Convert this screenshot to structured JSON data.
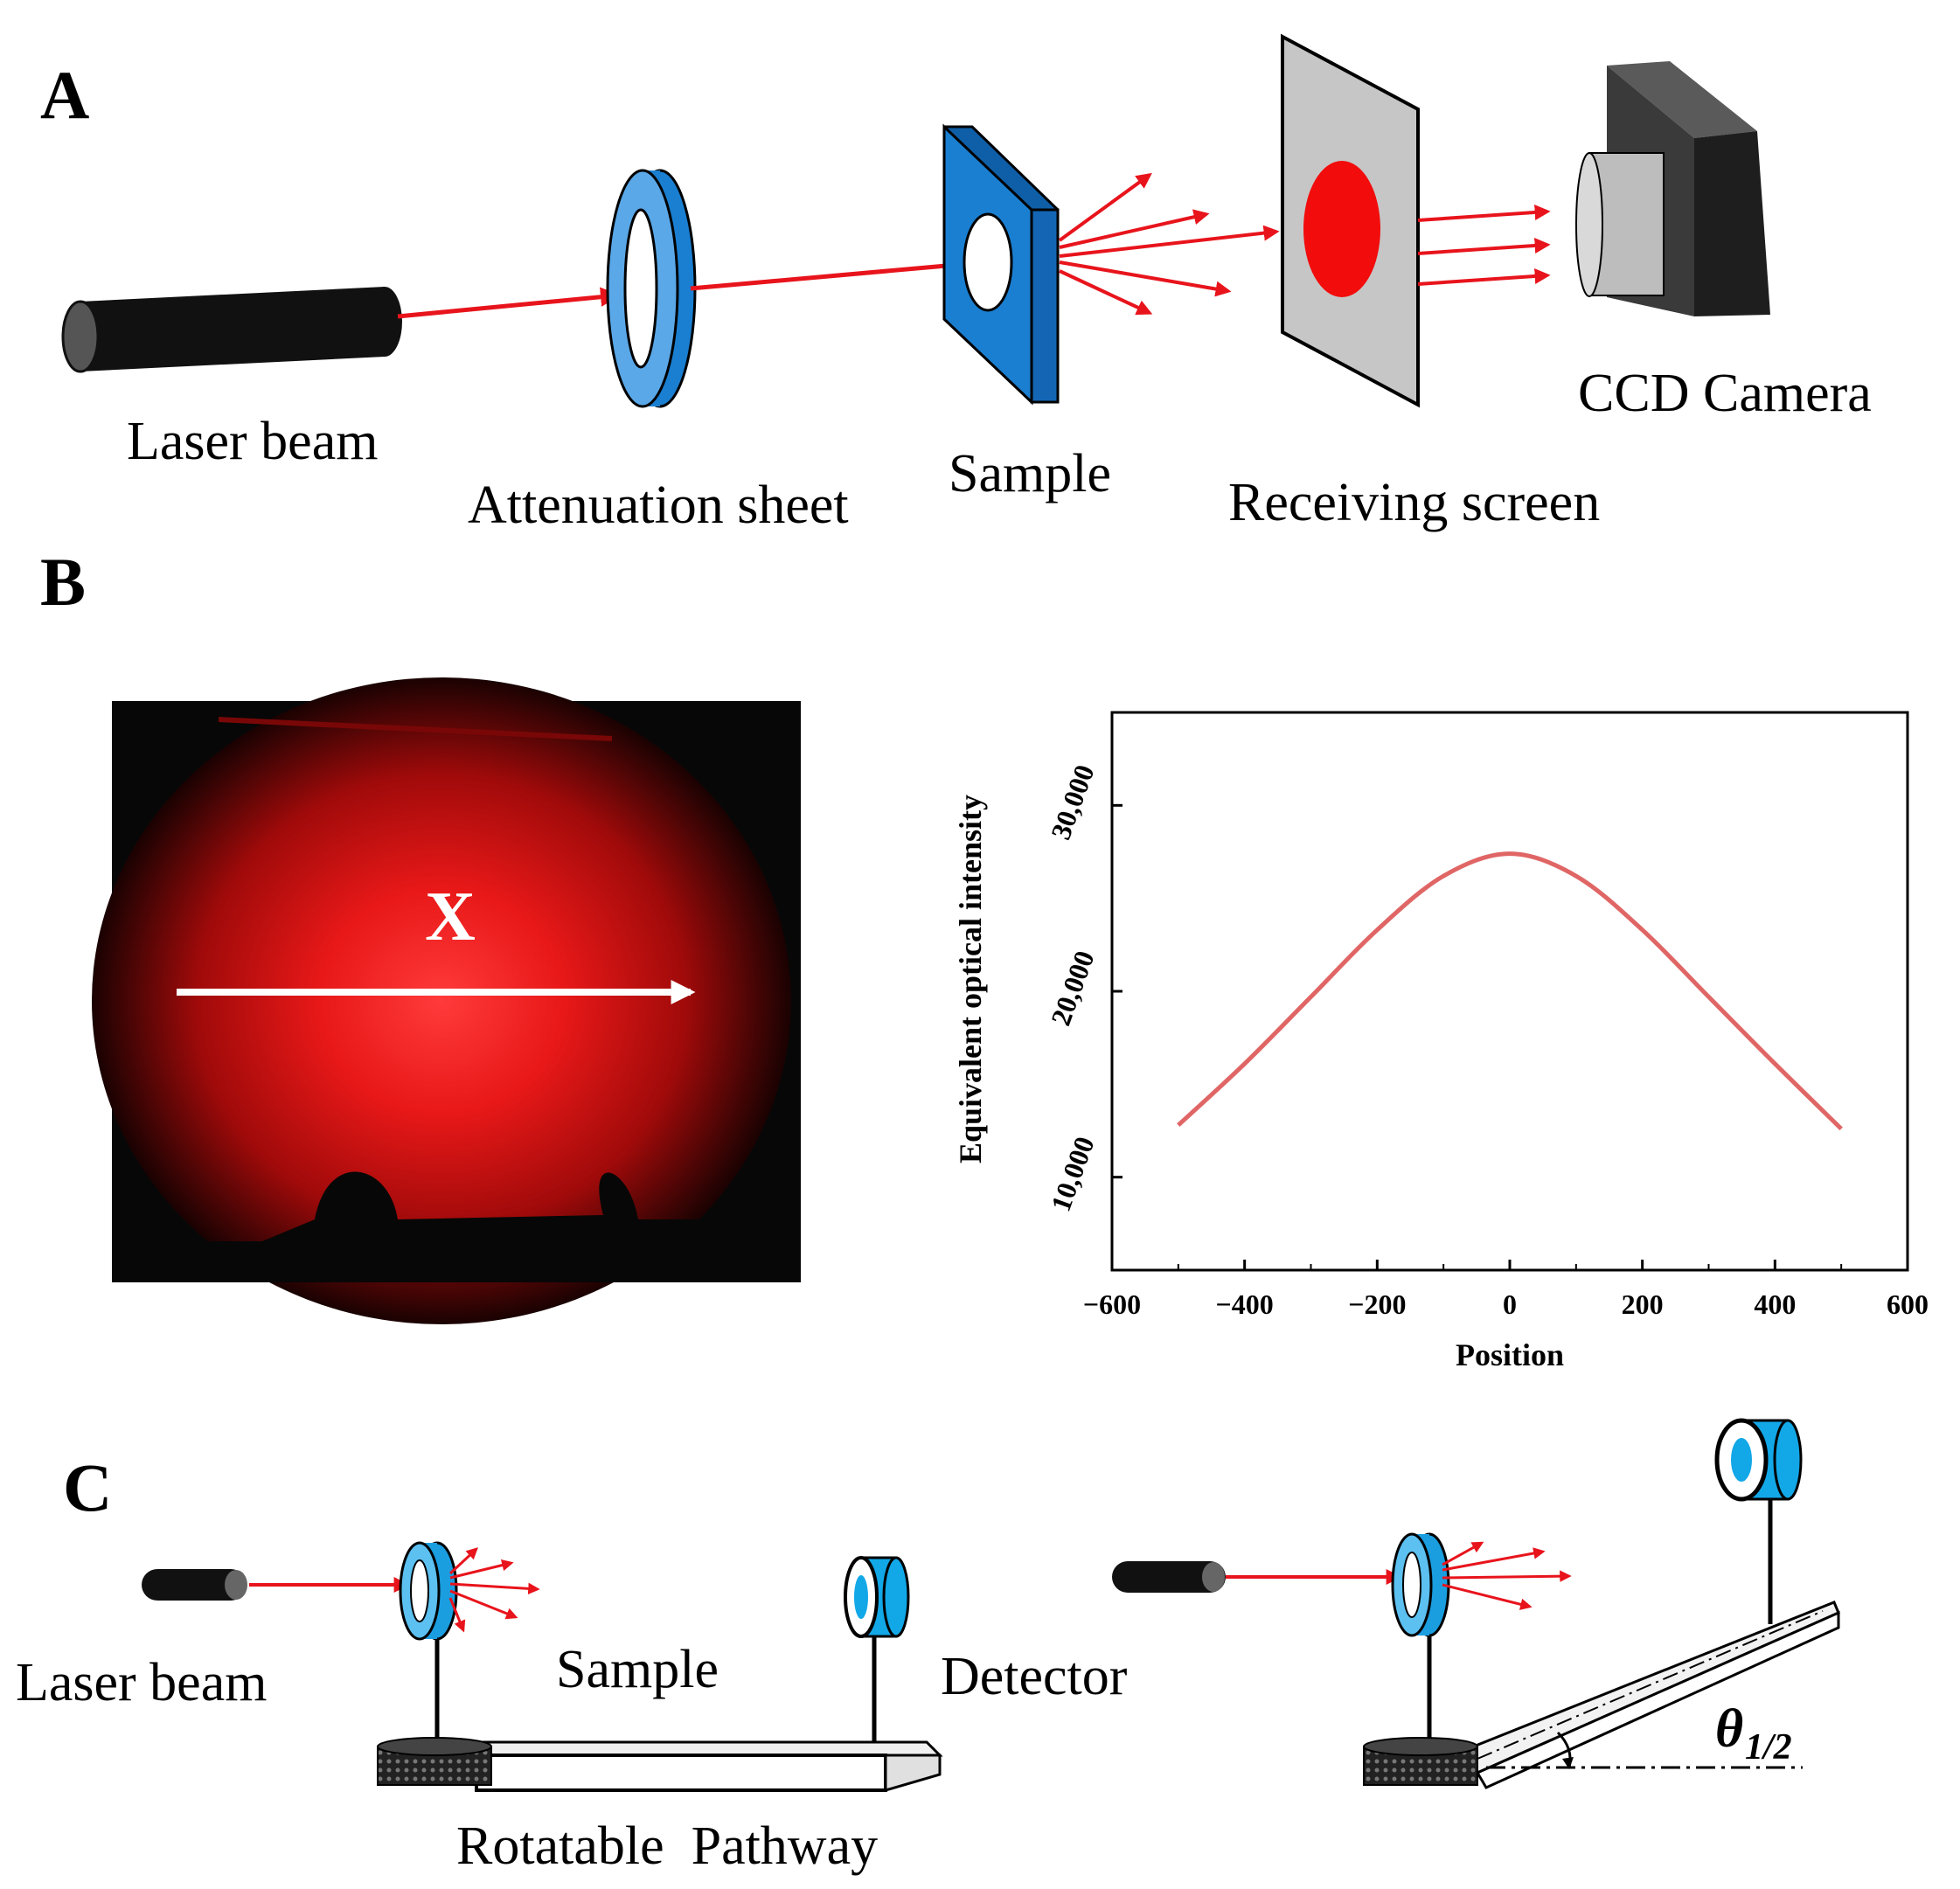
{
  "panels": {
    "a": "A",
    "b": "B",
    "c": "C"
  },
  "panel_a": {
    "laser": "Laser beam",
    "attenuation": "Attenuation sheet",
    "sample": "Sample",
    "screen": "Receiving screen",
    "camera": "CCD Camera"
  },
  "panel_b": {
    "photo_mark": "X"
  },
  "panel_c": {
    "laser": "Laser beam",
    "sample": "Sample",
    "detector": "Detector",
    "pathway": "Rotatable  Pathway",
    "angle_symbol": "θ",
    "angle_sub": "1/2"
  },
  "colors": {
    "beam": "#e8141c",
    "blue": "#1a7fd1",
    "blue_dark": "#0f5fa8",
    "cyan": "#12a8e8",
    "screen_grey": "#c6c6c6",
    "curve": "#e06666"
  },
  "chart_data": {
    "type": "line",
    "xlabel": "Position",
    "ylabel": "Equivalent optical intensity",
    "xlim": [
      -600,
      600
    ],
    "ylim": [
      5000,
      35000
    ],
    "xticks": [
      -600,
      -400,
      -200,
      0,
      200,
      400,
      600
    ],
    "xtick_labels": [
      "−600",
      "−400",
      "−200",
      "0",
      "200",
      "400",
      "600"
    ],
    "yticks": [
      10000,
      20000,
      30000
    ],
    "ytick_labels": [
      "10,000",
      "20,000",
      "30,000"
    ],
    "x": [
      -500,
      -400,
      -300,
      -200,
      -100,
      0,
      100,
      200,
      300,
      400,
      500
    ],
    "y": [
      12800,
      16100,
      19700,
      23300,
      26200,
      27400,
      26200,
      23300,
      19700,
      16100,
      12600
    ]
  }
}
